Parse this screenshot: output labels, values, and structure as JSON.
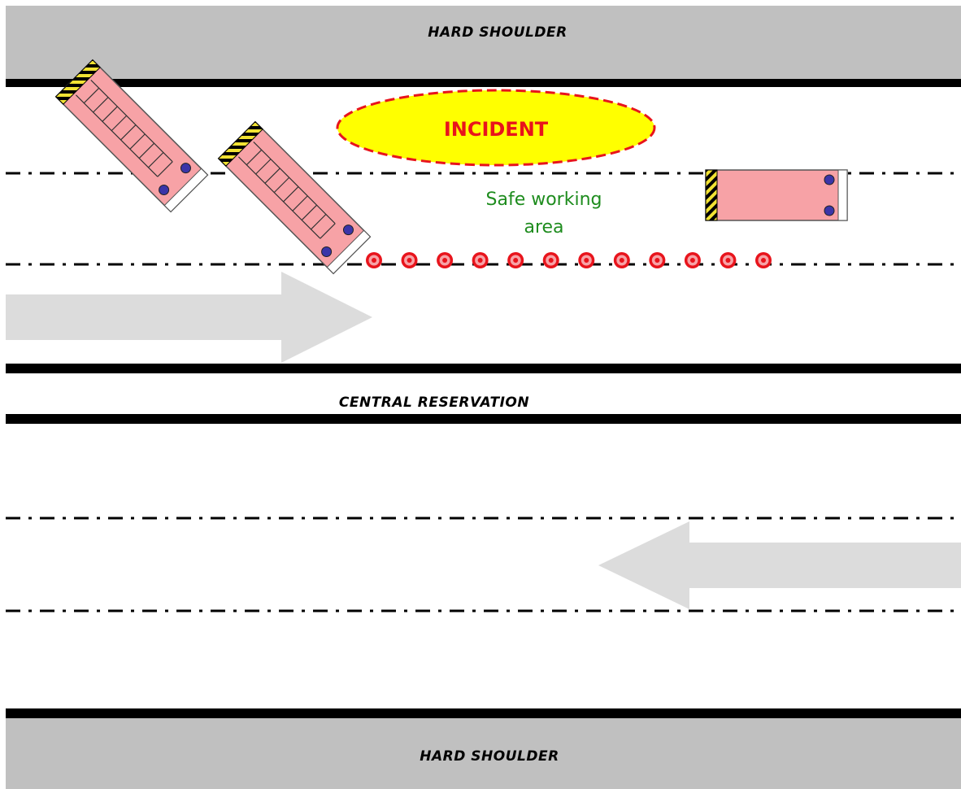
{
  "labels": {
    "hard_shoulder_top": "HARD SHOULDER",
    "central_reservation": "CENTRAL RESERVATION",
    "hard_shoulder_bottom": "HARD SHOULDER",
    "incident": "INCIDENT",
    "safe_area_line1": "Safe working",
    "safe_area_line2": "area"
  },
  "colors": {
    "shoulder": "#c0c0c0",
    "road": "#ffffff",
    "edge_line": "#000000",
    "lane_marking": "#000000",
    "traffic_arrow": "#dcdcdc",
    "vehicle_body": "#f7a2a6",
    "vehicle_outline": "#555555",
    "chevron_yellow": "#f1e233",
    "chevron_black": "#000000",
    "light_blue": "#3b35a8",
    "incident_fill": "#ffff00",
    "incident_border": "#e8141c",
    "incident_text": "#e8141c",
    "safe_area_text": "#1e8c1e",
    "cone_red": "#e8141c",
    "cone_pink": "#f7a2a6"
  },
  "traffic_flow": [
    {
      "carriageway": "upper",
      "direction": "right"
    },
    {
      "carriageway": "lower",
      "direction": "left"
    }
  ],
  "vehicles": [
    {
      "name": "fire-engine-1",
      "type": "fire-engine-with-ladder",
      "orientation": "angled"
    },
    {
      "name": "fire-engine-2",
      "type": "fire-engine-with-ladder",
      "orientation": "angled"
    },
    {
      "name": "support-vehicle",
      "type": "vehicle",
      "orientation": "straight"
    }
  ],
  "cones": {
    "count": 12
  }
}
